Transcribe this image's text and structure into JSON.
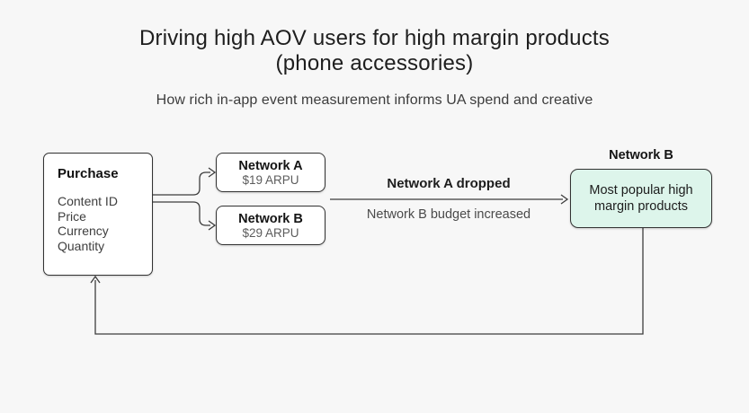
{
  "title": {
    "line1": "Driving high AOV users for high margin products",
    "line2": "(phone accessories)"
  },
  "subtitle": "How rich in-app event measurement informs UA spend and creative",
  "purchase_box": {
    "title": "Purchase",
    "fields": [
      "Content ID",
      "Price",
      "Currency",
      "Quantity"
    ]
  },
  "network_a_box": {
    "title": "Network A",
    "subtitle": "$19 ARPU"
  },
  "network_b_box": {
    "title": "Network B",
    "subtitle": "$29 ARPU"
  },
  "result_box": {
    "label": "Network B",
    "text": "Most popular high margin products"
  },
  "arrow_labels": {
    "top": "Network A dropped",
    "bottom": "Network B budget increased"
  },
  "colors": {
    "background": "#f7f7f7",
    "line": "#3d3d3d",
    "box_border": "#333333",
    "mint_fill": "#ddf5eb"
  }
}
